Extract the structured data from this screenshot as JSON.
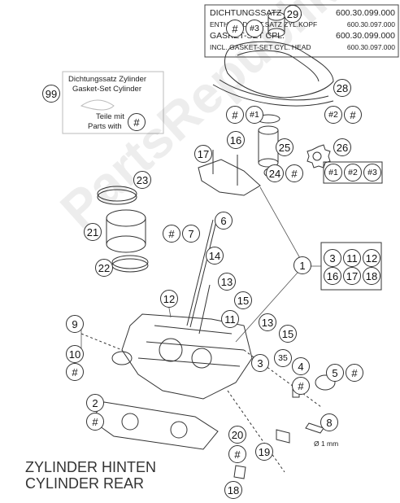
{
  "header_box": {
    "rows": [
      {
        "label": "DICHTUNGSSATZ KPL.",
        "number": "600.30.099.000"
      },
      {
        "label": "ENTHÄLT DICHT.SATZ ZYL.KOPF",
        "number": "600.30.097.000"
      },
      {
        "label": "GASKET-SET CPL.",
        "number": "600.30.099.000"
      },
      {
        "label": "INCL. GASKET-SET CYL. HEAD",
        "number": "600.30.097.000"
      }
    ]
  },
  "info_box": {
    "line1": "Dichtungssatz Zylinder",
    "line2": "Gasket-Set Cylinder",
    "line3": "Teile mit",
    "line4": "Parts with",
    "marker": "#",
    "callout": "99"
  },
  "title": {
    "line1": "ZYLINDER HINTEN",
    "line2": "CYLINDER REAR"
  },
  "dim_note": "Ø 1 mm",
  "watermark": "PartsRepublik",
  "group_right": [
    "3",
    "11",
    "12",
    "16",
    "17",
    "18"
  ],
  "group_26": [
    "#1",
    "#2",
    "#3"
  ],
  "callouts": [
    {
      "id": "c29",
      "text": "29"
    },
    {
      "id": "c_hash_a",
      "text": "#"
    },
    {
      "id": "c_h3_a",
      "text": "#3"
    },
    {
      "id": "c28",
      "text": "28"
    },
    {
      "id": "c_hash_b",
      "text": "#"
    },
    {
      "id": "c_h1_a",
      "text": "#1"
    },
    {
      "id": "c_h2_a",
      "text": "#2"
    },
    {
      "id": "c_hash_c",
      "text": "#"
    },
    {
      "id": "c17a",
      "text": "17"
    },
    {
      "id": "c16a",
      "text": "16"
    },
    {
      "id": "c25",
      "text": "25"
    },
    {
      "id": "c26",
      "text": "26"
    },
    {
      "id": "c24",
      "text": "24"
    },
    {
      "id": "c_hash_d",
      "text": "#"
    },
    {
      "id": "c23",
      "text": "23"
    },
    {
      "id": "c21",
      "text": "21"
    },
    {
      "id": "c_hash_e",
      "text": "#"
    },
    {
      "id": "c7",
      "text": "7"
    },
    {
      "id": "c6",
      "text": "6"
    },
    {
      "id": "c14",
      "text": "14"
    },
    {
      "id": "c22",
      "text": "22"
    },
    {
      "id": "c1",
      "text": "1"
    },
    {
      "id": "c13a",
      "text": "13"
    },
    {
      "id": "c15a",
      "text": "15"
    },
    {
      "id": "c12",
      "text": "12"
    },
    {
      "id": "c11",
      "text": "11"
    },
    {
      "id": "c9",
      "text": "9"
    },
    {
      "id": "c13b",
      "text": "13"
    },
    {
      "id": "c15b",
      "text": "15"
    },
    {
      "id": "c10",
      "text": "10"
    },
    {
      "id": "c_hash_f",
      "text": "#"
    },
    {
      "id": "c3",
      "text": "3"
    },
    {
      "id": "c35",
      "text": "35"
    },
    {
      "id": "c4",
      "text": "4"
    },
    {
      "id": "c_hash_g",
      "text": "#"
    },
    {
      "id": "c5",
      "text": "5"
    },
    {
      "id": "c_hash_h",
      "text": "#"
    },
    {
      "id": "c2",
      "text": "2"
    },
    {
      "id": "c_hash_i",
      "text": "#"
    },
    {
      "id": "c8",
      "text": "8"
    },
    {
      "id": "c20",
      "text": "20"
    },
    {
      "id": "c_hash_j",
      "text": "#"
    },
    {
      "id": "c19",
      "text": "19"
    },
    {
      "id": "c18",
      "text": "18"
    }
  ]
}
